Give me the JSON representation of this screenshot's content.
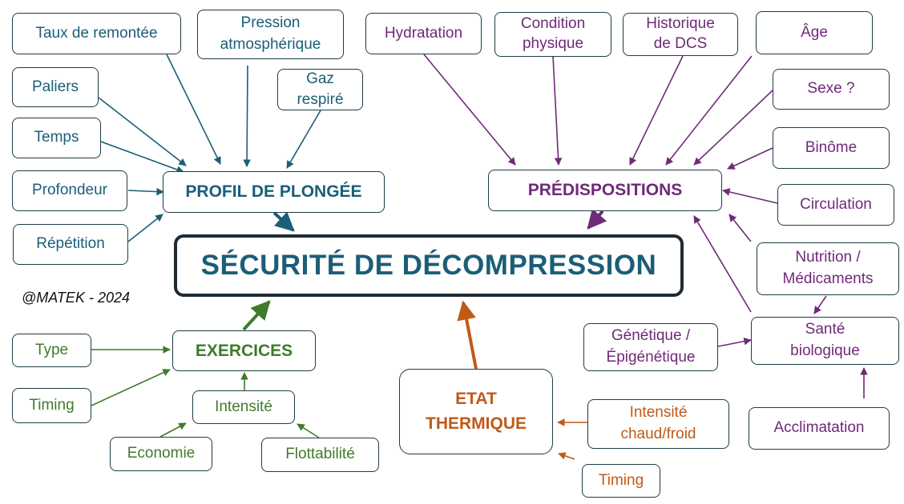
{
  "central": "SÉCURITÉ DE DÉCOMPRESSION",
  "credit": "@MATEK - 2024",
  "colors": {
    "teal": "#1b5e78",
    "purple": "#6f2a78",
    "green": "#3f7b2a",
    "orange": "#c05a17",
    "border": "#1f3b47"
  },
  "profil": {
    "title": "PROFIL DE PLONGÉE",
    "items": {
      "taux": "Taux de remontée",
      "pression": "Pression\natmosphérique",
      "gaz": "Gaz\nrespiré",
      "paliers": "Paliers",
      "temps": "Temps",
      "profondeur": "Profondeur",
      "repetition": "Répétition"
    }
  },
  "predispositions": {
    "title": "PRÉDISPOSITIONS",
    "items": {
      "hydratation": "Hydratation",
      "condition": "Condition\nphysique",
      "historique": "Historique\nde DCS",
      "age": "Âge",
      "sexe": "Sexe ?",
      "binome": "Binôme",
      "circulation": "Circulation",
      "nutrition": "Nutrition /\nMédicaments",
      "sante": "Santé\nbiologique",
      "genetique": "Génétique /\nÉpigénétique",
      "acclimatation": "Acclimatation"
    }
  },
  "exercices": {
    "title": "EXERCICES",
    "items": {
      "type": "Type",
      "timing": "Timing",
      "intensite": "Intensité",
      "economie": "Economie",
      "flottabilite": "Flottabilité"
    }
  },
  "thermique": {
    "title": "ETAT\nTHERMIQUE",
    "items": {
      "intensite": "Intensité\nchaud/froid",
      "timing": "Timing"
    }
  }
}
